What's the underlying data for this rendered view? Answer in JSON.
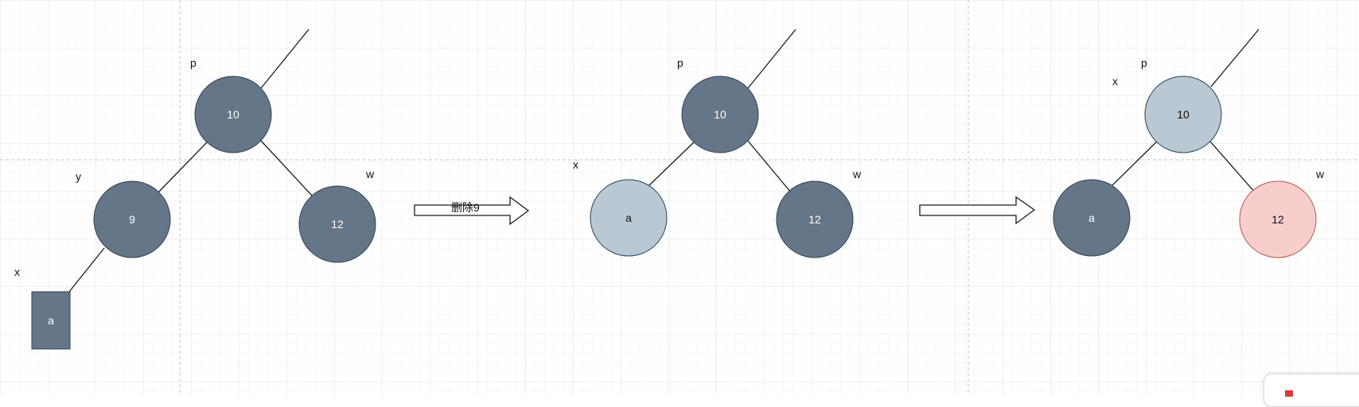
{
  "colors": {
    "dark": "#647687",
    "light": "#bac8d3",
    "red_fill": "#f8cecc",
    "red_stroke": "#b85450",
    "node_stroke_dark": "#314354",
    "node_stroke_light": "#23445d",
    "text_dark_node": "#ffffff",
    "text_light_node": "#111111",
    "grid_minor": "#eeeeee",
    "grid_major": "#dddddd",
    "guide": "#c8c8c8"
  },
  "panels": [
    {
      "nodes": [
        {
          "id": "p1-n10",
          "label": "10",
          "color": "dark",
          "shape": "circle"
        },
        {
          "id": "p1-n9",
          "label": "9",
          "color": "dark",
          "shape": "circle"
        },
        {
          "id": "p1-n12",
          "label": "12",
          "color": "dark",
          "shape": "circle"
        },
        {
          "id": "p1-na",
          "label": "a",
          "color": "dark",
          "shape": "rect"
        }
      ],
      "pointers": [
        "p",
        "y",
        "w",
        "x"
      ]
    },
    {
      "nodes": [
        {
          "id": "p2-n10",
          "label": "10",
          "color": "dark",
          "shape": "circle"
        },
        {
          "id": "p2-na",
          "label": "a",
          "color": "light",
          "shape": "circle"
        },
        {
          "id": "p2-n12",
          "label": "12",
          "color": "dark",
          "shape": "circle"
        }
      ],
      "pointers": [
        "p",
        "x",
        "w"
      ]
    },
    {
      "nodes": [
        {
          "id": "p3-n10",
          "label": "10",
          "color": "light",
          "shape": "circle"
        },
        {
          "id": "p3-na",
          "label": "a",
          "color": "dark",
          "shape": "circle"
        },
        {
          "id": "p3-n12",
          "label": "12",
          "color": "red",
          "shape": "circle"
        }
      ],
      "pointers": [
        "x",
        "p",
        "w"
      ]
    }
  ],
  "arrows": [
    {
      "label": "删除9"
    },
    {
      "label": ""
    }
  ]
}
